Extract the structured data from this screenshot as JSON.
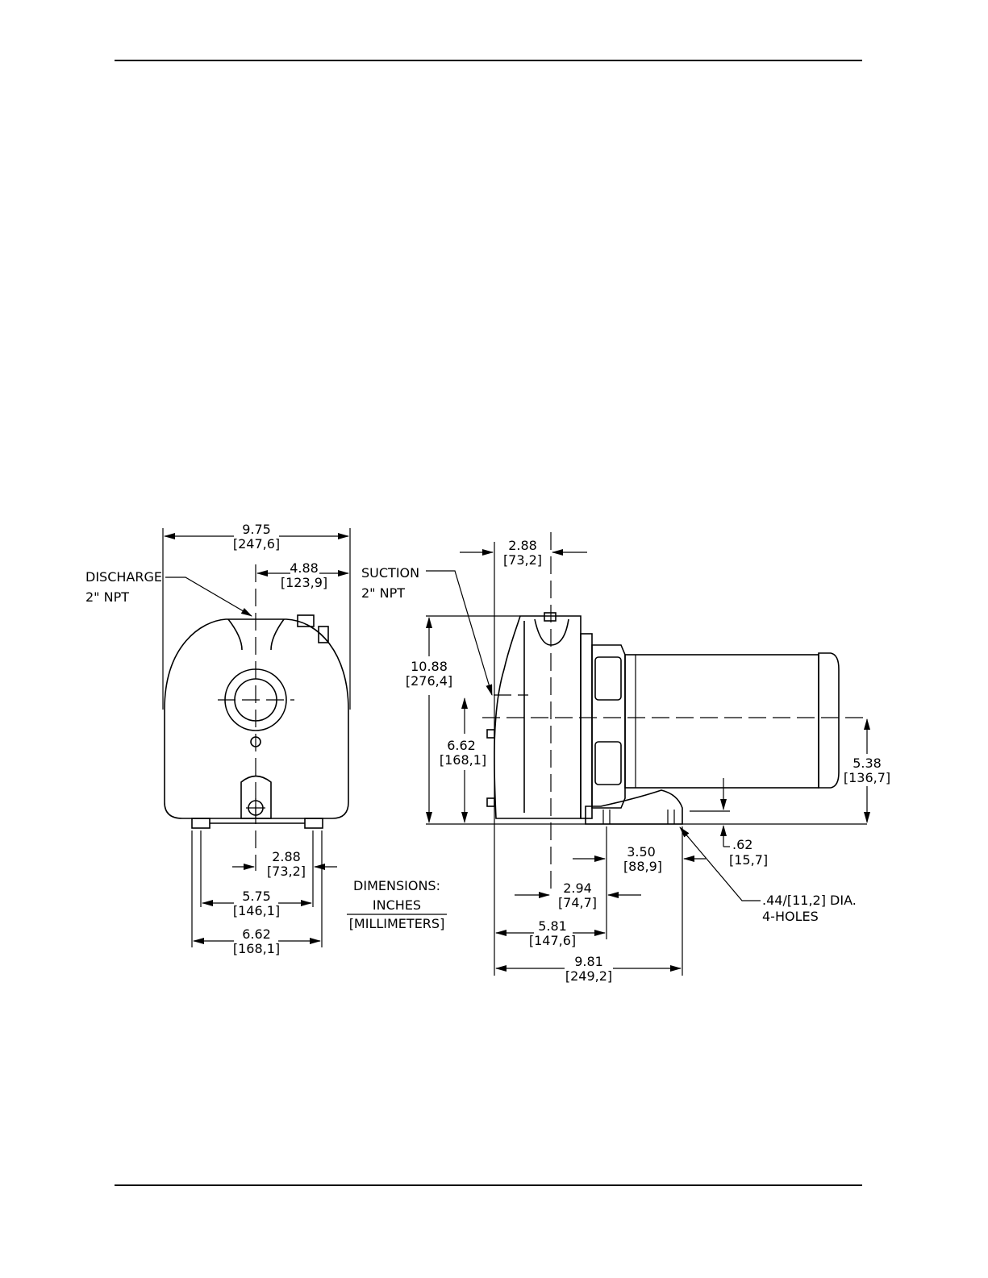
{
  "labels": {
    "discharge": "DISCHARGE",
    "discharge_npt": "2\" NPT",
    "suction": "SUCTION",
    "suction_npt": "2\" NPT",
    "dimensions": "DIMENSIONS:",
    "inches": "INCHES",
    "millimeters": "[MILLIMETERS]",
    "holes_dia": ".44/[11,2] DIA.",
    "holes_count": "4-HOLES"
  },
  "dims": {
    "front_width": {
      "in": "9.75",
      "mm": "[247,6]"
    },
    "front_half": {
      "in": "4.88",
      "mm": "[123,9]"
    },
    "front_offset": {
      "in": "2.88",
      "mm": "[73,2]"
    },
    "front_feet_inner": {
      "in": "5.75",
      "mm": "[146,1]"
    },
    "front_feet_outer": {
      "in": "6.62",
      "mm": "[168,1]"
    },
    "side_suction": {
      "in": "2.88",
      "mm": "[73,2]"
    },
    "side_height": {
      "in": "10.88",
      "mm": "[276,4]"
    },
    "side_shaft_height": {
      "in": "6.62",
      "mm": "[168,1]"
    },
    "motor_height": {
      "in": "5.38",
      "mm": "[136,7]"
    },
    "foot_thickness": {
      "in": ".62",
      "mm": "[15,7]"
    },
    "holes_spacing": {
      "in": "3.50",
      "mm": "[88,9]"
    },
    "center_to_hole": {
      "in": "2.94",
      "mm": "[74,7]"
    },
    "front_to_hole": {
      "in": "5.81",
      "mm": "[147,6]"
    },
    "overall_base": {
      "in": "9.81",
      "mm": "[249,2]"
    }
  }
}
